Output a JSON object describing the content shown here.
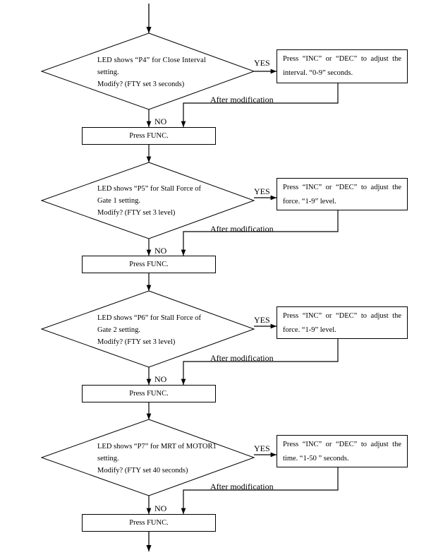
{
  "steps": [
    {
      "decision_lines": [
        "LED shows “P4” for Close Interval",
        "setting.",
        "Modify? (FTY set 3 seconds)"
      ],
      "action_line1": "Press “INC” or “DEC” to adjust the",
      "action_line2": "interval. “0-9” seconds.",
      "yes": "YES",
      "after": "After modification",
      "no": "NO",
      "func": "Press FUNC."
    },
    {
      "decision_lines": [
        "LED shows “P5” for Stall Force of",
        "Gate 1 setting.",
        "Modify? (FTY set 3 level)"
      ],
      "action_line1": "Press “INC” or “DEC” to adjust the",
      "action_line2": "force. “1-9” level.",
      "yes": "YES",
      "after": "After modification",
      "no": "NO",
      "func": "Press FUNC."
    },
    {
      "decision_lines": [
        "LED shows “P6” for Stall Force of",
        "Gate 2 setting.",
        "Modify? (FTY set 3 level)"
      ],
      "action_line1": "Press “INC” or “DEC” to adjust the",
      "action_line2": "force. “1-9” level.",
      "yes": "YES",
      "after": "After modification",
      "no": "NO",
      "func": "Press FUNC."
    },
    {
      "decision_lines": [
        "LED shows “P7” for MRT of MOTOR1",
        "setting.",
        "Modify? (FTY set 40 seconds)"
      ],
      "action_line1": "Press “INC” or “DEC” to adjust the",
      "action_line2": "time. “1-50 ” seconds.",
      "yes": "YES",
      "after": "After modification",
      "no": "NO",
      "func": "Press FUNC."
    }
  ]
}
